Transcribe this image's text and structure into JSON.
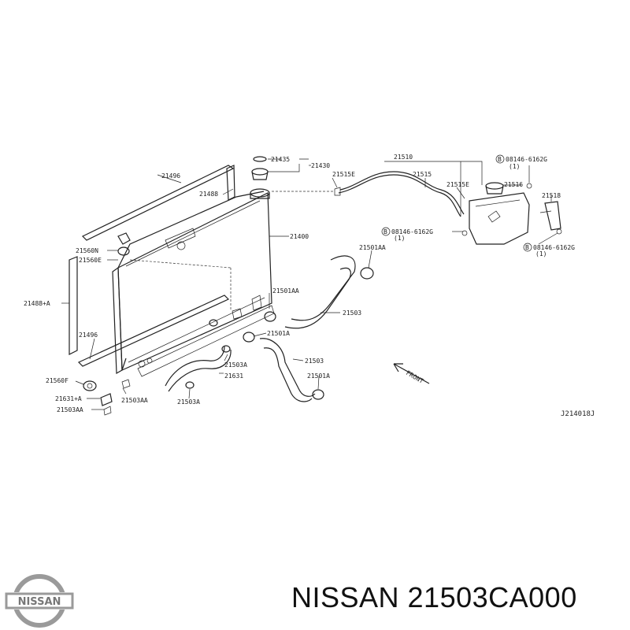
{
  "diagram": {
    "labels": {
      "l21435": "21435",
      "l21430": "21430",
      "l21510": "21510",
      "l21496_top": "21496",
      "l21515E_top": "21515E",
      "l21515": "21515",
      "l21488": "21488",
      "l21515E_right": "21515E",
      "l21516": "21516",
      "l08146_top": "08146-6162G",
      "l1_top": "(1)",
      "l21518": "21518",
      "l21400": "21400",
      "l08146_mid": "08146-6162G",
      "l1_mid": "(1)",
      "l08146_bot": "08146-6162G",
      "l1_bot": "(1)",
      "l21560N": "21560N",
      "l21560E": "21560E",
      "l21501AA_top": "21501AA",
      "l21488A": "21488+A",
      "l21501AA_mid": "21501AA",
      "l21503_right": "21503",
      "l21496_bot": "21496",
      "l21501A_mid": "21501A",
      "l21503_mid": "21503",
      "l21503A_mid": "21503A",
      "l21631": "21631",
      "l21501A_bot": "21501A",
      "l21560F": "21560F",
      "l21631A": "21631+A",
      "l21503AA_mid": "21503AA",
      "l21503A_bot": "21503A",
      "l21503AA_left": "21503AA",
      "front": "FRONT",
      "diagram_code": "J214018J",
      "bolt_letter": "B"
    }
  },
  "caption": {
    "text": "NISSAN 21503CA000"
  },
  "logo": {
    "text": "NISSAN"
  },
  "colors": {
    "ink": "#222222",
    "logo_fill": "#9a9a9a",
    "background": "#ffffff"
  }
}
